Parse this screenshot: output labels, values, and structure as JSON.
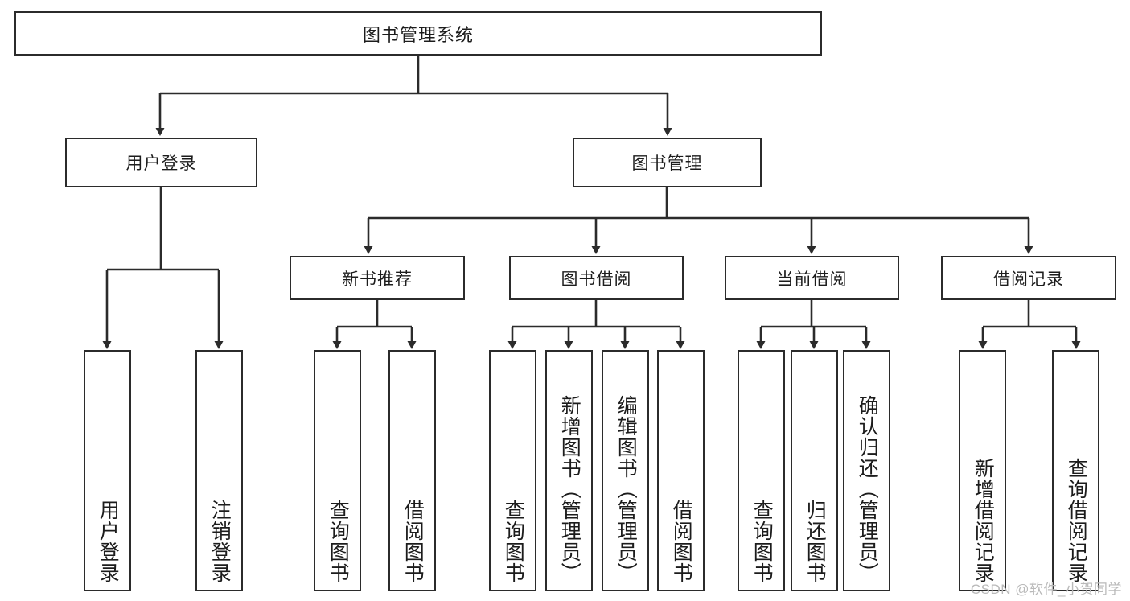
{
  "diagram": {
    "title": "图书管理系统",
    "type": "tree-hierarchy-chart",
    "watermark": "CSDN @软件_小贺同学",
    "colors": {
      "stroke": "#2b2b2b",
      "fill": "#ffffff",
      "text": "#1c1c1c",
      "watermark": "#b9b9b9"
    },
    "root": {
      "label": "图书管理系统"
    },
    "level2": [
      {
        "label": "用户登录"
      },
      {
        "label": "图书管理"
      }
    ],
    "level3": [
      {
        "label": "新书推荐"
      },
      {
        "label": "图书借阅"
      },
      {
        "label": "当前借阅"
      },
      {
        "label": "借阅记录"
      }
    ],
    "leaves": {
      "user_login": [
        {
          "label": "用户登录"
        },
        {
          "label": "注销登录"
        }
      ],
      "new_book_recommend": [
        {
          "label": "查询图书"
        },
        {
          "label": "借阅图书"
        }
      ],
      "book_borrow": [
        {
          "label": "查询图书"
        },
        {
          "label": "新增图书（管理员）"
        },
        {
          "label": "编辑图书（管理员）"
        },
        {
          "label": "借阅图书"
        }
      ],
      "current_borrow": [
        {
          "label": "查询图书"
        },
        {
          "label": "归还图书"
        },
        {
          "label": "确认归还（管理员）"
        }
      ],
      "borrow_record": [
        {
          "label": "新增借阅记录"
        },
        {
          "label": "查询借阅记录"
        }
      ]
    }
  }
}
